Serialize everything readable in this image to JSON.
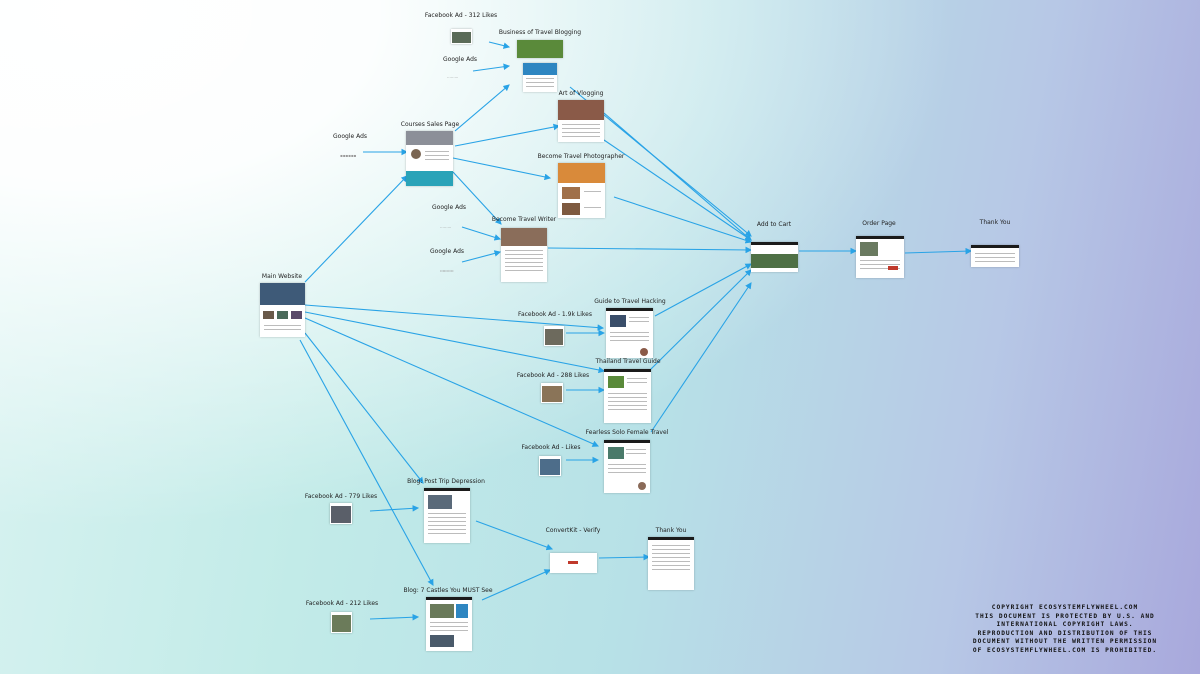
{
  "colors": {
    "arrow": "#29a3e6"
  },
  "nodes": {
    "fb_312": "Facebook Ad - 312 Likes",
    "business_travel_blogging": "Business of Travel Blogging",
    "google_ads_1": "Google Ads",
    "art_of_vlogging": "Art of Vlogging",
    "google_ads_2": "Google Ads",
    "courses_sales_page": "Courses Sales Page",
    "become_travel_photographer": "Become Travel Photographer",
    "google_ads_3": "Google Ads",
    "become_travel_writer": "Become Travel Writer",
    "google_ads_4": "Google Ads",
    "add_to_cart": "Add to Cart",
    "order_page": "Order Page",
    "thank_you_1": "Thank You",
    "main_website": "Main Website",
    "guide_travel_hacking": "Guide to Travel Hacking",
    "fb_19k": "Facebook Ad - 1.9k Likes",
    "thailand_travel_guide": "Thailand Travel Guide",
    "fb_288": "Facebook Ad - 288 Likes",
    "fearless_solo": "Fearless Solo Female Travel",
    "fb_likes": "Facebook Ad -  Likes",
    "blog_post_trip": "Blog: Post Trip Depression",
    "fb_779": "Facebook Ad - 779 Likes",
    "convertkit_verify": "ConvertKit - Verify",
    "thank_you_2": "Thank You",
    "blog_castles": "Blog: 7 Castles You MUST See",
    "fb_212": "Facebook Ad - 212 Likes"
  },
  "copyright": [
    "COPYRIGHT ECOSYSTEMFLYWHEEL.COM",
    "THIS DOCUMENT IS PROTECTED BY U.S. AND",
    "INTERNATIONAL COPYRIGHT LAWS.",
    "REPRODUCTION AND DISTRIBUTION OF THIS",
    "DOCUMENT WITHOUT THE WRITTEN PERMISSION",
    "OF ECOSYSTEMFLYWHEEL.COM IS PROHIBITED."
  ]
}
